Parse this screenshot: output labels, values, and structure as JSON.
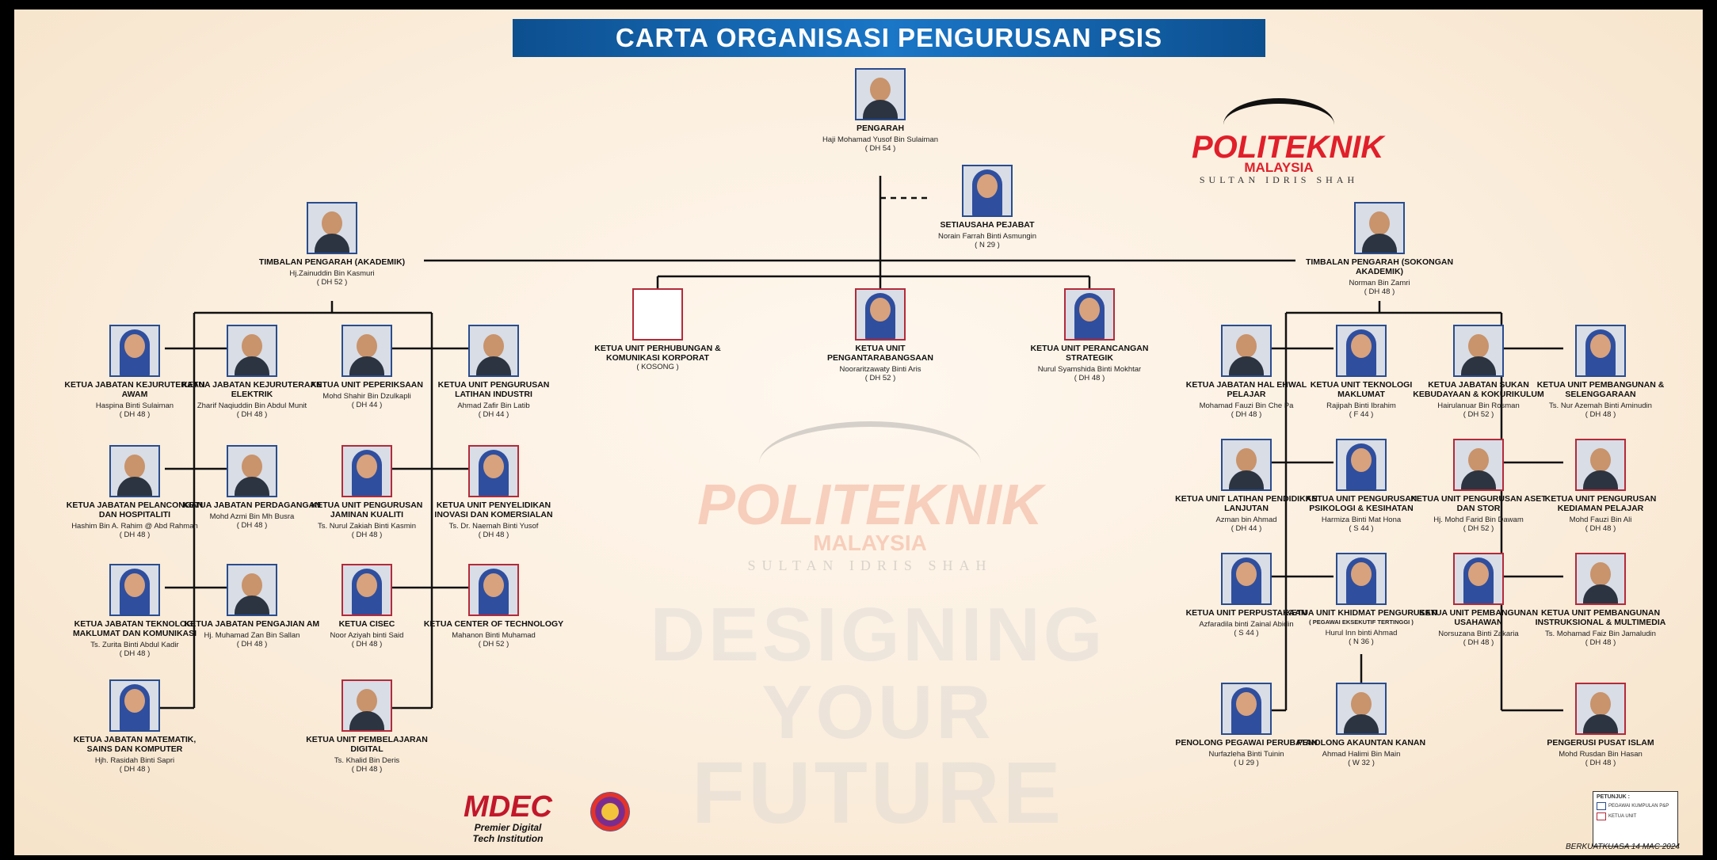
{
  "title": "CARTA ORGANISASI PENGURUSAN PSIS",
  "effective_date": "BERKUATKUASA 14 MAC 2024",
  "logo": {
    "name": "POLITEKNIK",
    "country": "MALAYSIA",
    "campus": "SULTAN IDRIS SHAH"
  },
  "watermark": {
    "words": [
      "DESIGNING",
      "YOUR",
      "FUTURE"
    ]
  },
  "mdec": {
    "mark": "MDEC",
    "line1": "Premier Digital",
    "line2": "Tech Institution"
  },
  "legend": {
    "title": "PETUNJUK :",
    "items": [
      {
        "label": "PEGAWAI KUMPULAN P&P"
      },
      {
        "label": "KETUA UNIT"
      }
    ]
  },
  "director": {
    "role": "PENGARAH",
    "name": "Haji Mohamad Yusof Bin Sulaiman",
    "grade": "( DH 54 )"
  },
  "secretary": {
    "role": "SETIAUSAHA PEJABAT",
    "name": "Norain Farrah Binti Asmungin",
    "grade": "( N 29 )"
  },
  "deputy_academic": {
    "role": "TIMBALAN PENGARAH (AKADEMIK)",
    "name": "Hj.Zainuddin Bin Kasmuri",
    "grade": "( DH 52 )"
  },
  "deputy_support": {
    "role": "TIMBALAN PENGARAH (SOKONGAN AKADEMIK)",
    "name": "Norman Bin Zamri",
    "grade": "( DH 48 )"
  },
  "central_units": [
    {
      "role": "KETUA UNIT PERHUBUNGAN & KOMUNIKASI KORPORAT",
      "name": "",
      "grade": "( KOSONG )",
      "vacant": true
    },
    {
      "role": "KETUA UNIT PENGANTARABANGSAAN",
      "name": "Nooraritzawaty Binti Aris",
      "grade": "( DH 52 )"
    },
    {
      "role": "KETUA UNIT PERANCANGAN STRATEGIK",
      "name": "Nurul Syamshida Binti Mokhtar",
      "grade": "( DH 48 )"
    }
  ],
  "academic_units": [
    {
      "role": "KETUA JABATAN KEJURUTERAAN AWAM",
      "name": "Haspina Binti Sulaiman",
      "grade": "( DH 48 )"
    },
    {
      "role": "KETUA JABATAN KEJURUTERAAN ELEKTRIK",
      "name": "Zharif Naqiuddin Bin Abdul Munit",
      "grade": "( DH 48 )"
    },
    {
      "role": "KETUA UNIT PEPERIKSAAN",
      "name": "Mohd Shahir Bin Dzulkapli",
      "grade": "( DH 44 )"
    },
    {
      "role": "KETUA UNIT PENGURUSAN LATIHAN INDUSTRI",
      "name": "Ahmad Zafir Bin Latib",
      "grade": "( DH 44 )"
    },
    {
      "role": "KETUA JABATAN PELANCONGAN DAN HOSPITALITI",
      "name": "Hashim Bin A. Rahim @ Abd Rahman",
      "grade": "( DH 48 )"
    },
    {
      "role": "KETUA JABATAN PERDAGANGAN",
      "name": "Mohd Azmi Bin Mh Busra",
      "grade": "( DH 48 )"
    },
    {
      "role": "KETUA UNIT PENGURUSAN JAMINAN KUALITI",
      "name": "Ts. Nurul Zakiah Binti Kasmin",
      "grade": "( DH 48 )"
    },
    {
      "role": "KETUA UNIT PENYELIDIKAN INOVASI DAN KOMERSIALAN",
      "name": "Ts. Dr. Naemah Binti Yusof",
      "grade": "( DH 48 )"
    },
    {
      "role": "KETUA JABATAN TEKNOLOGI MAKLUMAT DAN KOMUNIKASI",
      "name": "Ts. Zurita Binti Abdul Kadir",
      "grade": "( DH 48 )"
    },
    {
      "role": "KETUA JABATAN PENGAJIAN AM",
      "name": "Hj. Muhamad Zan Bin Sallan",
      "grade": "( DH 48 )"
    },
    {
      "role": "KETUA CISEC",
      "name": "Noor Aziyah binti Said",
      "grade": "( DH 48 )"
    },
    {
      "role": "KETUA CENTER OF TECHNOLOGY",
      "name": "Mahanon Binti Muhamad",
      "grade": "( DH 52 )"
    },
    {
      "role": "KETUA JABATAN MATEMATIK, SAINS DAN KOMPUTER",
      "name": "Hjh. Rasidah Binti Sapri",
      "grade": "( DH 48 )"
    },
    {
      "role": "KETUA UNIT PEMBELAJARAN DIGITAL",
      "name": "Ts. Khalid Bin Deris",
      "grade": "( DH 48 )"
    }
  ],
  "support_units": [
    {
      "role": "KETUA JABATAN HAL EHWAL PELAJAR",
      "name": "Mohamad Fauzi Bin Che Pa",
      "grade": "( DH 48 )"
    },
    {
      "role": "KETUA UNIT TEKNOLOGI MAKLUMAT",
      "name": "Rajipah Binti Ibrahim",
      "grade": "( F 44 )"
    },
    {
      "role": "KETUA JABATAN SUKAN KEBUDAYAAN & KOKURIKULUM",
      "name": "Hairulanuar Bin Rosman",
      "grade": "( DH 52 )"
    },
    {
      "role": "KETUA UNIT PEMBANGUNAN & SELENGGARAAN",
      "name": "Ts. Nur Azemah Binti Aminudin",
      "grade": "( DH 48 )"
    },
    {
      "role": "KETUA UNIT LATIHAN PENDIDIKAN LANJUTAN",
      "name": "Azman bin Ahmad",
      "grade": "( DH 44 )"
    },
    {
      "role": "KETUA UNIT PENGURUSAN PSIKOLOGI & KESIHATAN",
      "name": "Harmiza Binti Mat Hona",
      "grade": "( S 44 )"
    },
    {
      "role": "KETUA UNIT PENGURUSAN ASET DAN STOR",
      "name": "Hj. Mohd Farid Bin Dawam",
      "grade": "( DH 52 )"
    },
    {
      "role": "KETUA UNIT PENGURUSAN KEDIAMAN PELAJAR",
      "name": "Mohd Fauzi Bin Ali",
      "grade": "( DH 48 )"
    },
    {
      "role": "KETUA UNIT PERPUSTAKAAN",
      "name": "Azfaradila binti Zainal Abidin",
      "grade": "( S 44 )"
    },
    {
      "role": "KETUA UNIT KHIDMAT PENGURUSAN",
      "sub": "( PEGAWAI EKSEKUTIF TERTINGGI )",
      "name": "Hurul Inn binti Ahmad",
      "grade": "( N 36 )"
    },
    {
      "role": "KETUA UNIT PEMBANGUNAN USAHAWAN",
      "name": "Norsuzana Binti Zakaria",
      "grade": "( DH 48 )"
    },
    {
      "role": "KETUA UNIT PEMBANGUNAN INSTRUKSIONAL & MULTIMEDIA",
      "name": "Ts. Mohamad Faiz Bin Jamaludin",
      "grade": "( DH 48 )"
    },
    {
      "role": "PENOLONG PEGAWAI PERUBATAN",
      "name": "Nurfazleha Binti Tuinin",
      "grade": "( U 29 )"
    },
    {
      "role": "PENOLONG AKAUNTAN KANAN",
      "name": "Ahmad Halimi Bin Main",
      "grade": "( W 32 )"
    },
    {
      "role": "PENGERUSI PUSAT ISLAM",
      "name": "Mohd Rusdan Bin Hasan",
      "grade": "( DH 48 )"
    }
  ]
}
